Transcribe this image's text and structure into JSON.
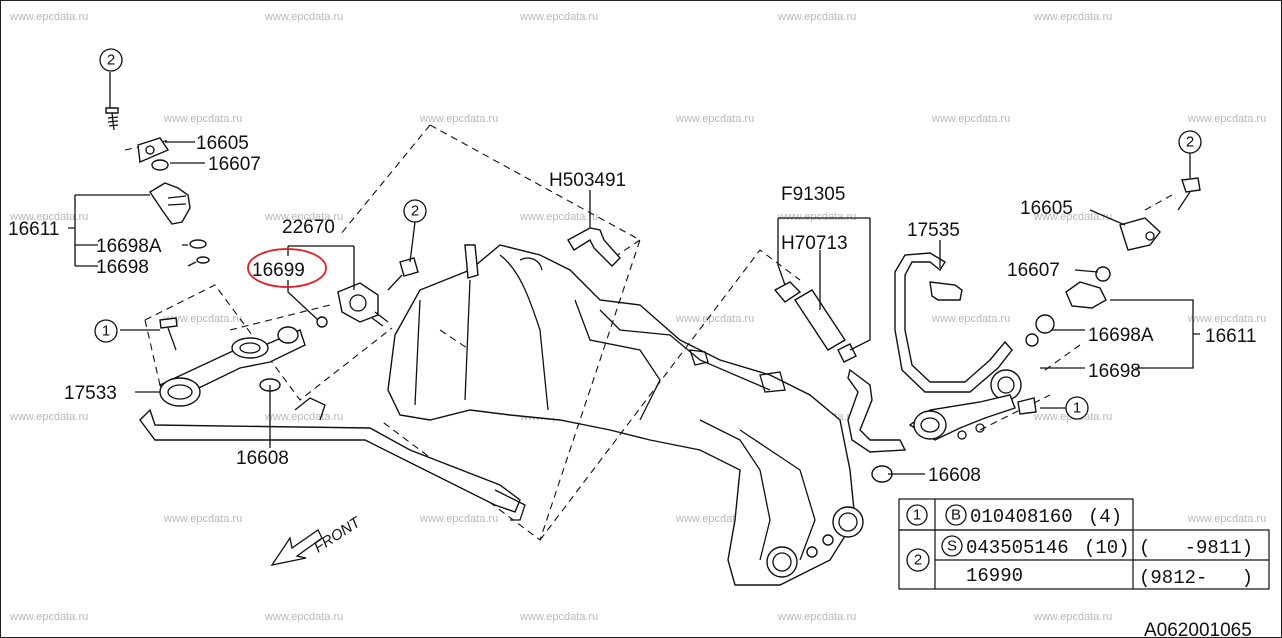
{
  "watermark": "www.epcdata.ru",
  "diagram_code": "A062001065",
  "front_label": "FRONT",
  "highlight_color": "#e02020",
  "callouts": {
    "c1": "1",
    "c2": "2"
  },
  "left": {
    "p16605": "16605",
    "p16607": "16607",
    "p16611": "16611",
    "p16698A": "16698A",
    "p16698": "16698",
    "p17533": "17533",
    "p16608": "16608",
    "p22670": "22670",
    "p16699": "16699"
  },
  "center": {
    "h503491": "H503491",
    "f91305": "F91305",
    "h70713": "H70713",
    "p17535": "17535"
  },
  "right": {
    "p16605": "16605",
    "p16607": "16607",
    "p16698A": "16698A",
    "p16611": "16611",
    "p16698": "16698",
    "p16608": "16608"
  },
  "table": {
    "row1": {
      "ref": "1",
      "prefix": "B",
      "part": "010408160",
      "qty": "(4)"
    },
    "row2": {
      "ref": "2",
      "prefix": "S",
      "part": "043505146",
      "qty": "(10)",
      "range": "(   -9811)"
    },
    "row3": {
      "part": "16990",
      "range": "(9812-   )"
    }
  }
}
